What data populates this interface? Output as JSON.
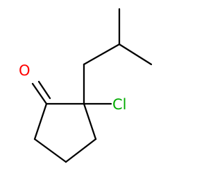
{
  "molecule": {
    "atoms": [
      {
        "id": "oxygen",
        "label": "O",
        "color": "#ff0000"
      },
      {
        "id": "chlorine",
        "label": "Cl",
        "color": "#00aa00"
      }
    ],
    "bond_color": "#000000"
  }
}
